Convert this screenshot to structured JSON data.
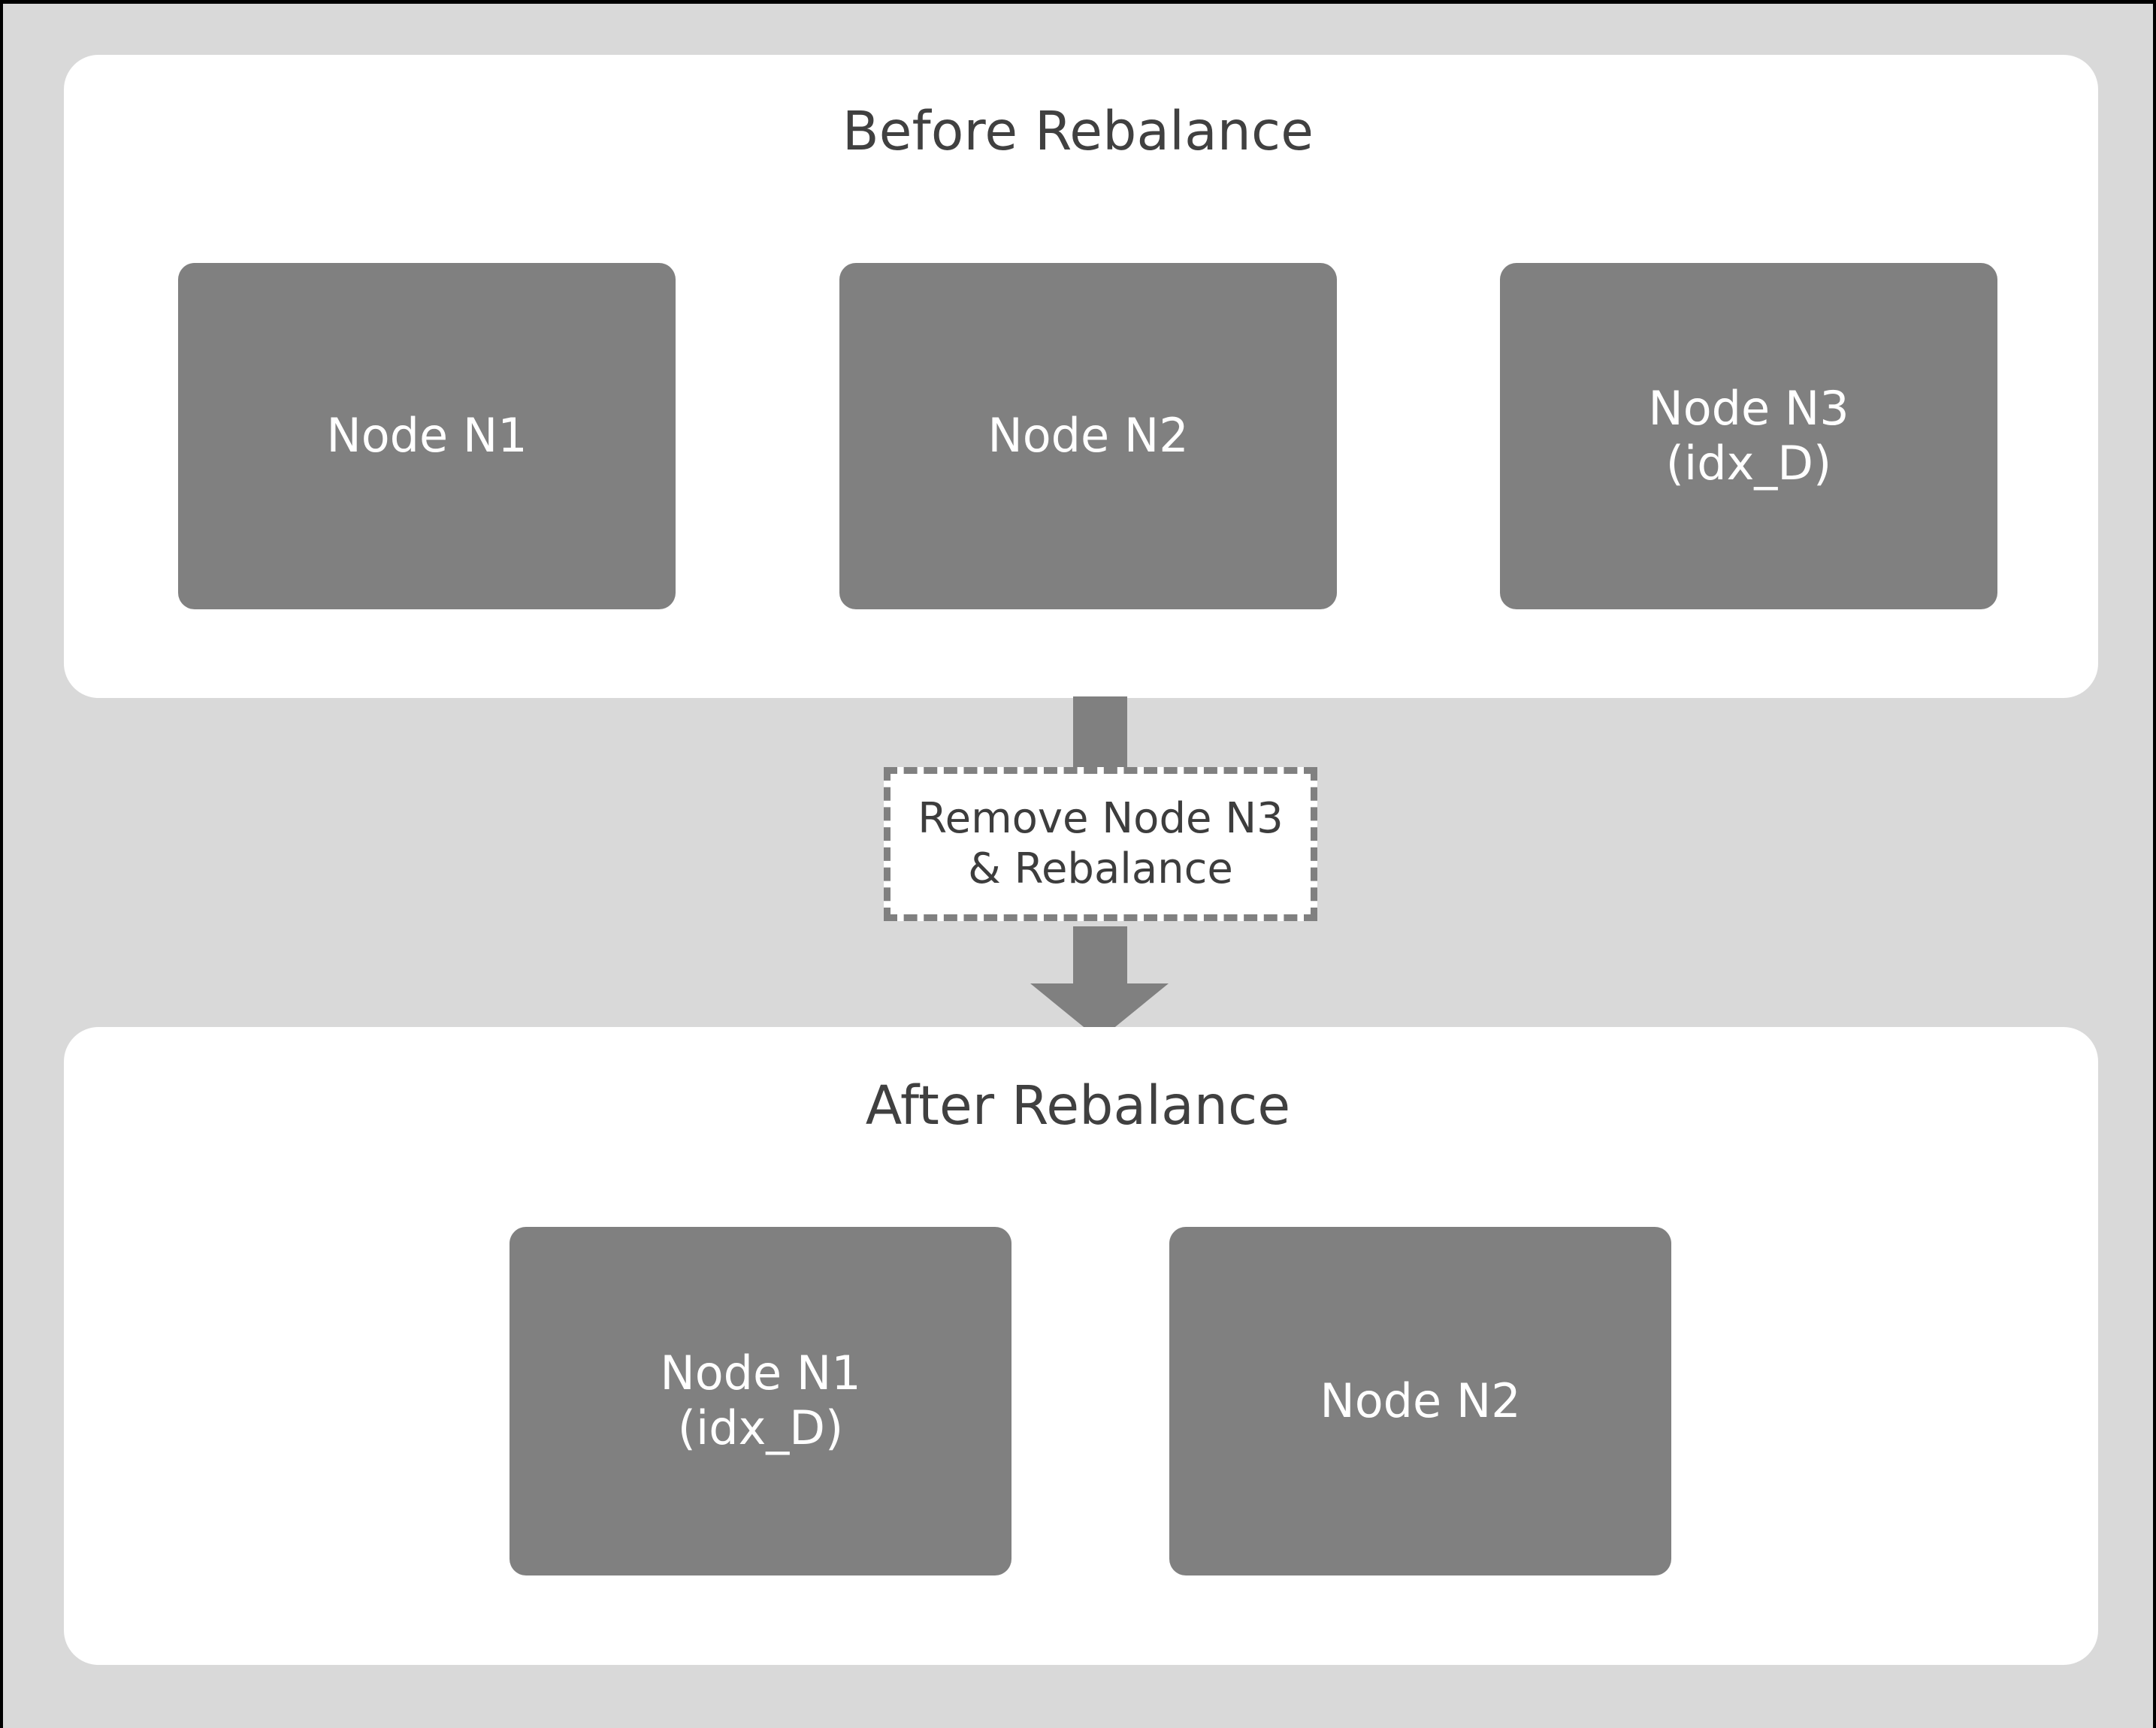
{
  "diagram": {
    "background_color": "#d9d9d9",
    "panel_color": "#ffffff",
    "node_color": "#808080",
    "node_text_color": "#ffffff",
    "title_color": "#404040",
    "arrow_color": "#808080"
  },
  "before": {
    "title": "Before Rebalance",
    "nodes": [
      {
        "name": "Node N1",
        "detail": ""
      },
      {
        "name": "Node N2",
        "detail": ""
      },
      {
        "name": "Node N3",
        "detail": "(idx_D)"
      }
    ]
  },
  "transition": {
    "label_line1": "Remove Node N3",
    "label_line2": "& Rebalance",
    "arrow_direction": "down"
  },
  "after": {
    "title": "After Rebalance",
    "nodes": [
      {
        "name": "Node N1",
        "detail": "(idx_D)"
      },
      {
        "name": "Node N2",
        "detail": ""
      }
    ]
  }
}
